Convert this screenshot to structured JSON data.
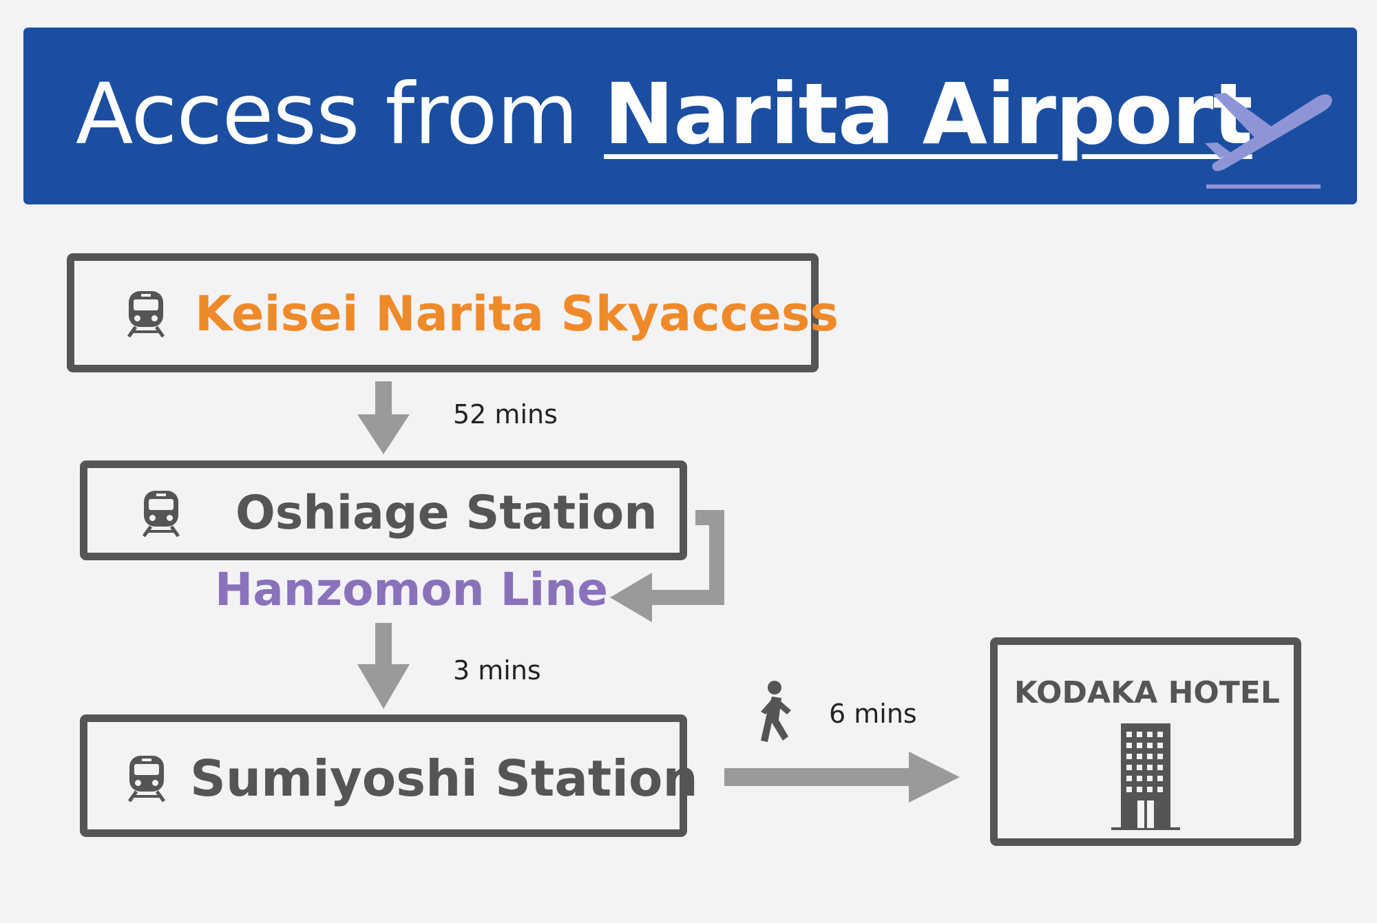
{
  "header": {
    "prefix": "Access from",
    "airport": "Narita Airport"
  },
  "routes": {
    "skyaccess": "Keisei Narita Skyaccess",
    "oshiage": "Oshiage Station",
    "hanzomon": "Hanzomon Line",
    "sumiyoshi": "Sumiyoshi Station",
    "hotel": "KODAKA HOTEL"
  },
  "times": {
    "leg1": "52 mins",
    "leg2": "3 mins",
    "walk": "6 mins"
  },
  "colors": {
    "banner": "#1b4ea1",
    "skyaccess": "#ef8a2b",
    "hanzomon": "#8a72bb",
    "box_border": "#555557",
    "arrow": "#9a9a9c"
  },
  "icons": [
    "airplane-icon",
    "train-icon",
    "walking-person-icon",
    "hotel-building-icon"
  ]
}
